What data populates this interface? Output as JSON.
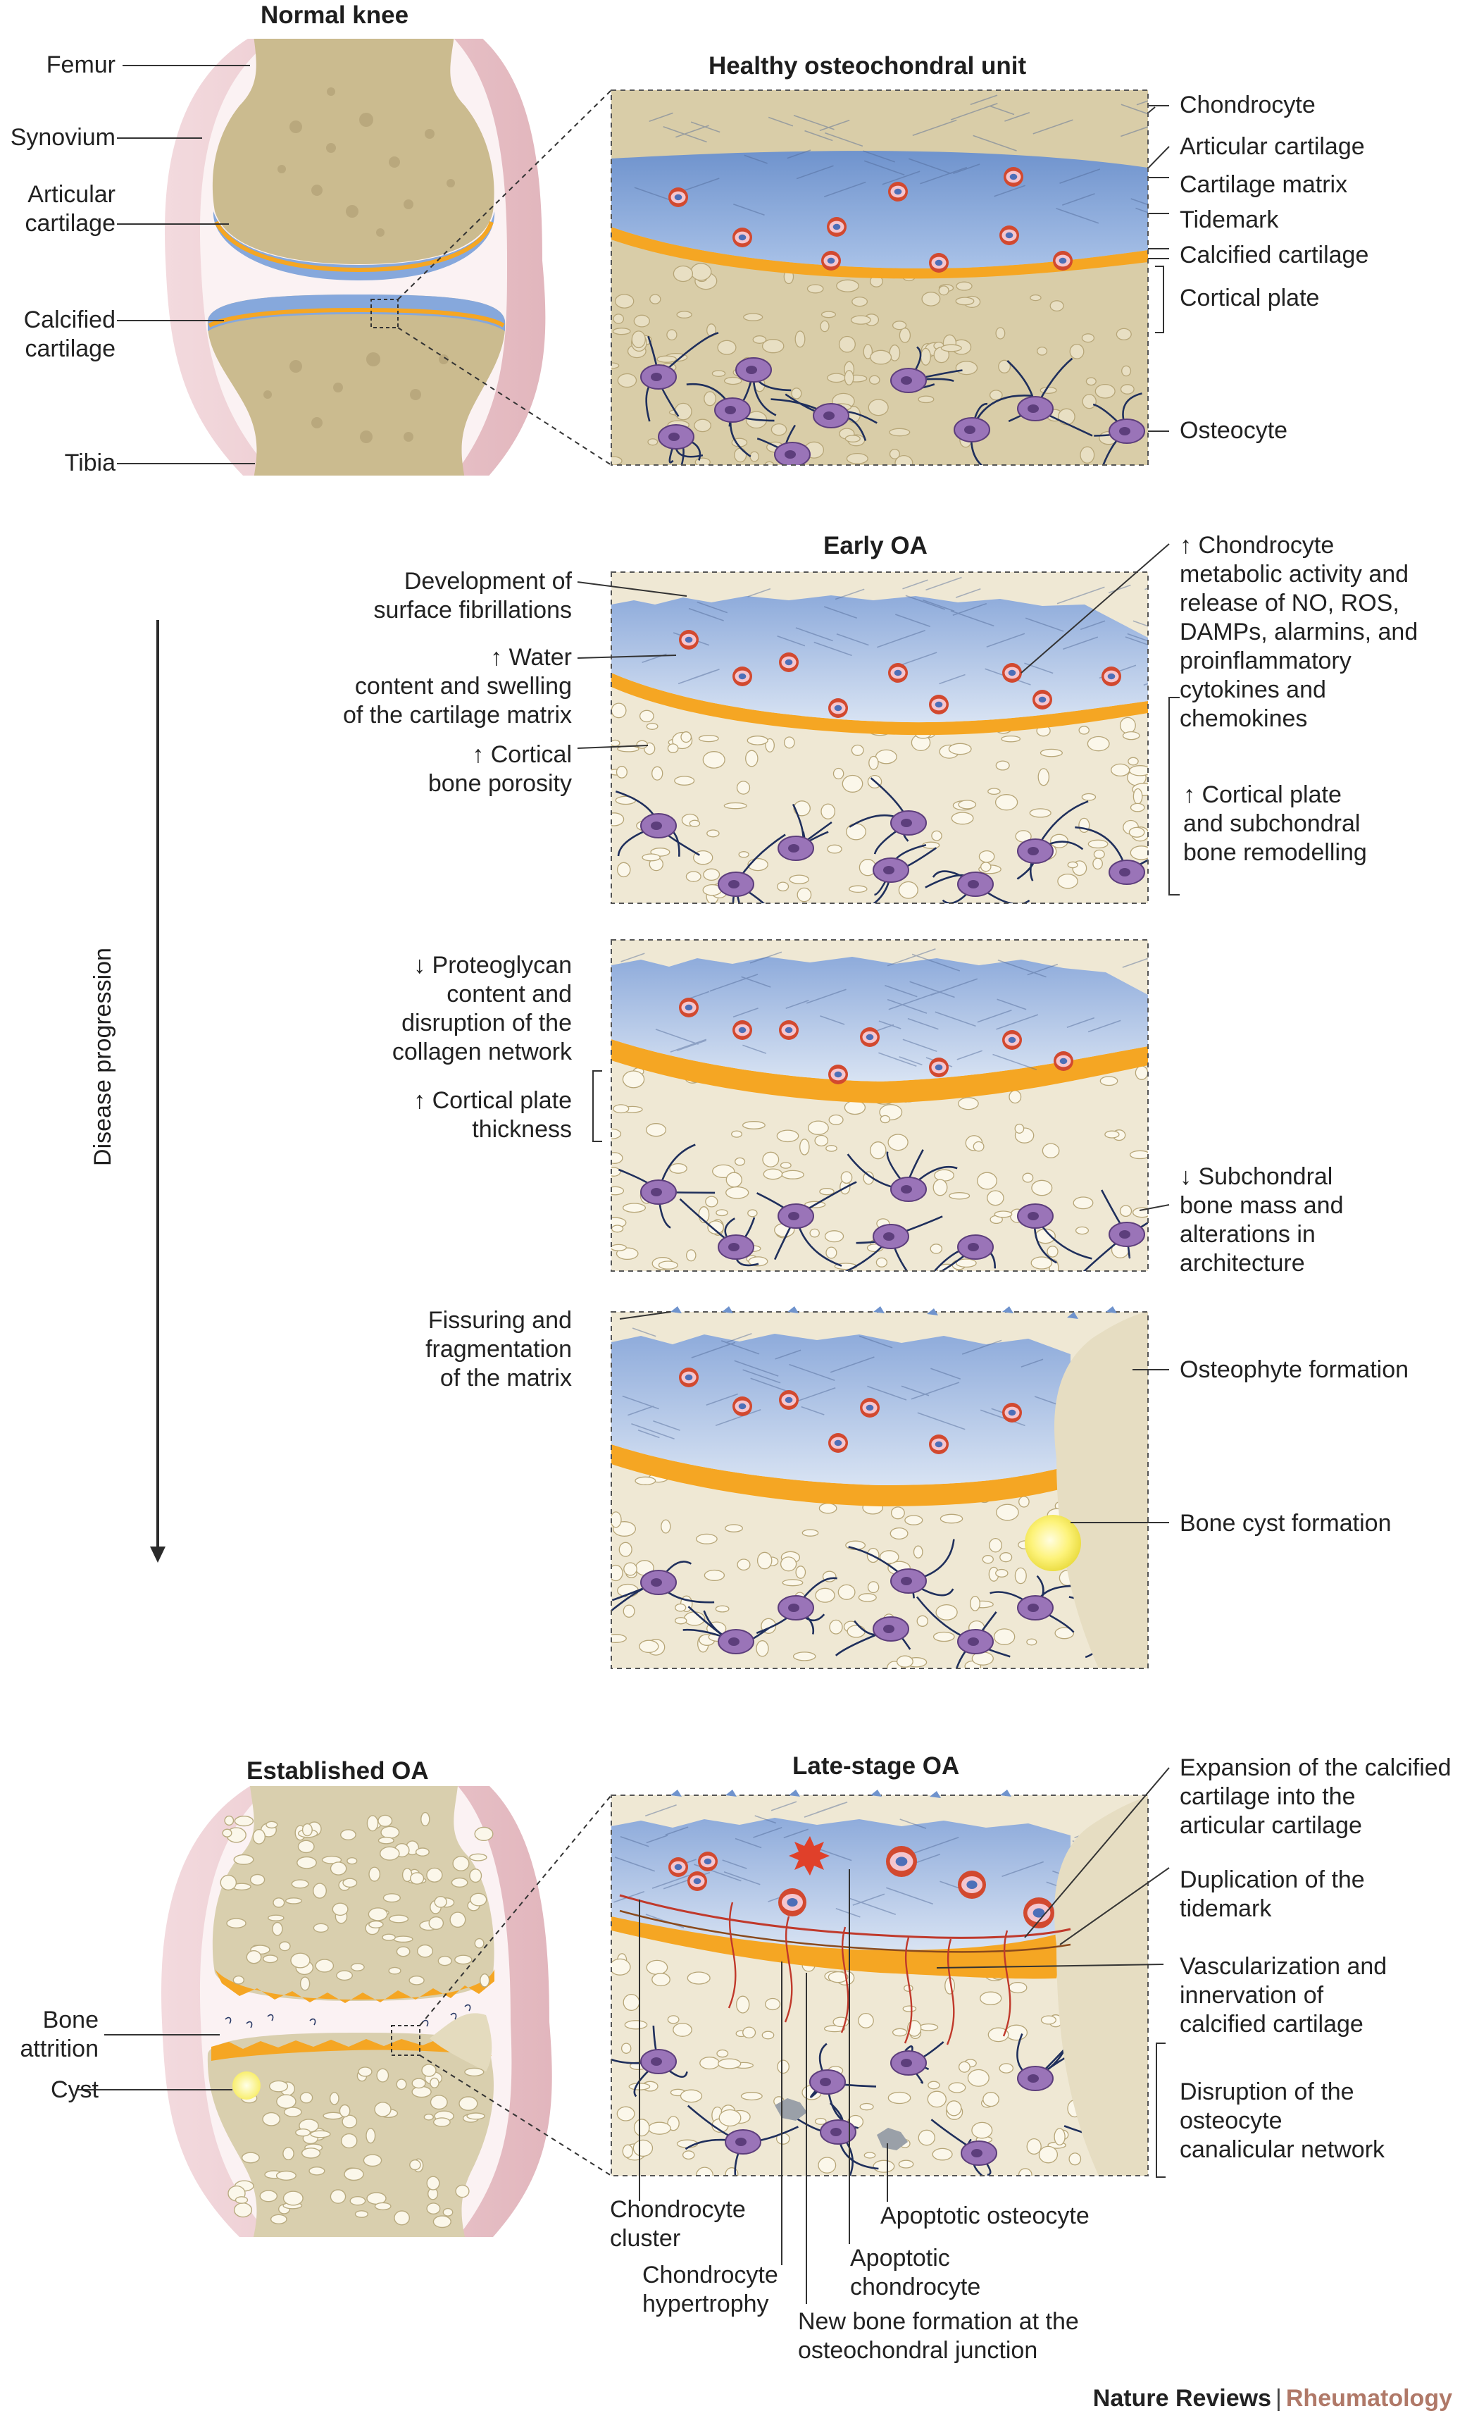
{
  "titles": {
    "normal_knee": "Normal knee",
    "healthy_unit": "Healthy osteochondral unit",
    "early_oa": "Early OA",
    "established_oa": "Established OA",
    "late_stage_oa": "Late-stage OA"
  },
  "progression_label": "Disease progression",
  "normal_knee_labels": {
    "femur": "Femur",
    "synovium": "Synovium",
    "articular_cartilage": "Articular\ncartilage",
    "calcified_cartilage": "Calcified\ncartilage",
    "tibia": "Tibia"
  },
  "healthy_labels": {
    "chondrocyte": "Chondrocyte",
    "articular_cartilage": "Articular cartilage",
    "cartilage_matrix": "Cartilage matrix",
    "tidemark": "Tidemark",
    "calcified_cartilage": "Calcified cartilage",
    "cortical_plate": "Cortical plate",
    "osteocyte": "Osteocyte"
  },
  "early_labels": {
    "fibrillations": "Development of\nsurface fibrillations",
    "water": "↑ Water\ncontent and swelling\nof the cartilage matrix",
    "porosity": "↑ Cortical\nbone porosity",
    "chondrocyte_activity": "↑ Chondrocyte\nmetabolic activity and\nrelease of NO, ROS,\nDAMPs, alarmins, and\nproinflammatory\ncytokines and\nchemokines",
    "remodelling": "↑ Cortical plate\nand subchondral\nbone remodelling"
  },
  "mid_labels": {
    "proteoglycan": "↓ Proteoglycan\ncontent and\ndisruption of the\ncollagen network",
    "plate_thickness": "↑ Cortical plate\nthickness",
    "bone_mass": "↓ Subchondral\nbone mass and\nalterations in\narchitecture"
  },
  "fissure_labels": {
    "fissuring": "Fissuring and\nfragmentation\nof the matrix",
    "osteophyte": "Osteophyte formation",
    "cyst": "Bone cyst formation"
  },
  "established_labels": {
    "bone_attrition": "Bone\nattrition",
    "cyst": "Cyst"
  },
  "late_labels": {
    "expansion": "Expansion of the calcified\ncartilage into the\narticular cartilage",
    "duplication": "Duplication of the\ntidemark",
    "vascularization": "Vascularization and\ninnervation of\ncalcified cartilage",
    "disruption": "Disruption of the\nosteocyte\ncanalicular network",
    "apoptotic_osteocyte": "Apoptotic osteocyte",
    "apoptotic_chondrocyte": "Apoptotic\nchondrocyte",
    "chondrocyte_cluster": "Chondrocyte\ncluster",
    "hypertrophy": "Chondrocyte\nhypertrophy",
    "new_bone": "New bone formation at the\nosteochondral junction"
  },
  "credit": {
    "journal": "Nature Reviews",
    "separator": "|",
    "section": "Rheumatology"
  },
  "colors": {
    "cartilage_blue": "#7fa3d6",
    "calcified_orange": "#f5a623",
    "bone_beige": "#e3d7bc",
    "osteocyte_purple": "#9a74b8",
    "chondrocyte_red": "#d2492f",
    "synovium_pink": "#e8c1c6",
    "canaliculi_navy": "#1f2f5c",
    "credit_accent": "#b07968"
  }
}
